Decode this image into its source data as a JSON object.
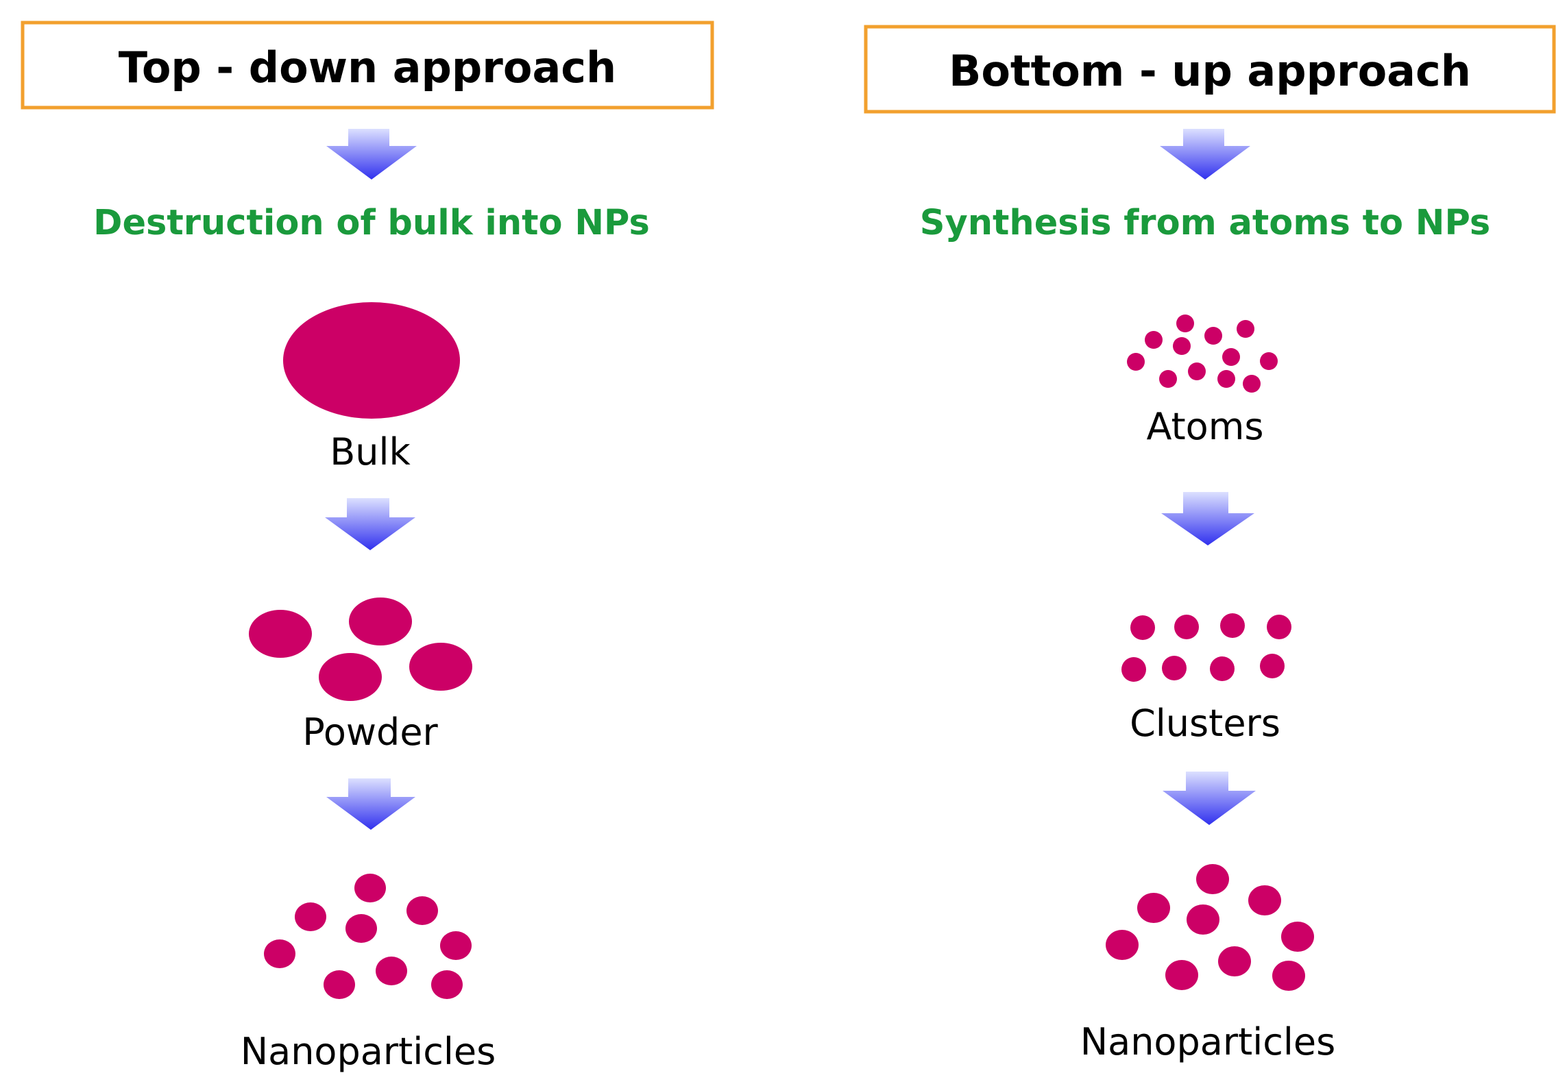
{
  "colors": {
    "box_border": "#F2A02E",
    "subtitle": "#1A9A3C",
    "particle": "#CC0066",
    "arrow_top": "#D8DCFF",
    "arrow_bottom": "#3333EE"
  },
  "left": {
    "heading": "Top - down approach",
    "subtitle": "Destruction of bulk into NPs",
    "stages": [
      {
        "label": "Bulk",
        "icon": "bulk-ellipse"
      },
      {
        "label": "Powder",
        "icon": "powder-particles"
      },
      {
        "label": "Nanoparticles",
        "icon": "nanoparticle-dots"
      }
    ]
  },
  "right": {
    "heading": "Bottom - up approach",
    "subtitle": "Synthesis from atoms to NPs",
    "stages": [
      {
        "label": "Atoms",
        "icon": "atom-dots"
      },
      {
        "label": "Clusters",
        "icon": "cluster-dots"
      },
      {
        "label": "Nanoparticles",
        "icon": "nanoparticle-dots"
      }
    ]
  }
}
